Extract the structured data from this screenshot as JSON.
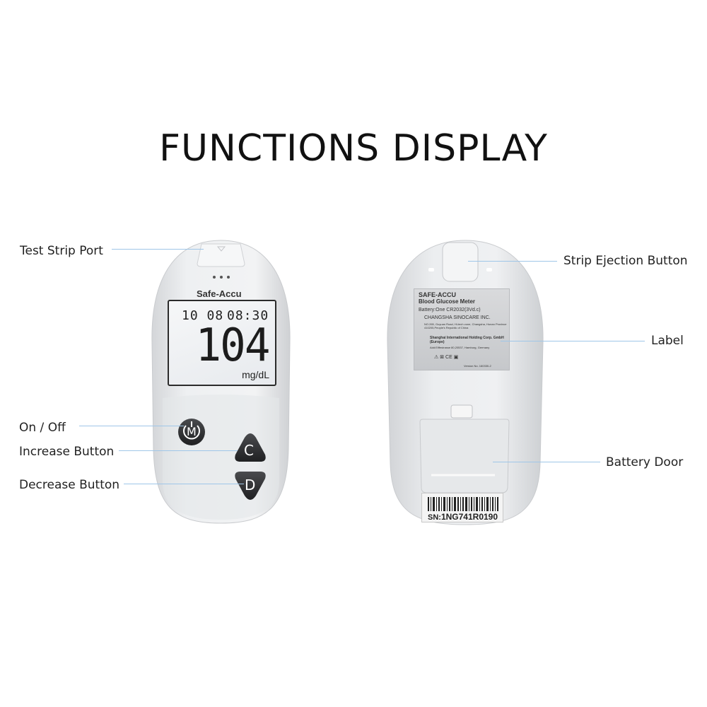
{
  "title": "FUNCTIONS DISPLAY",
  "callouts": {
    "test_strip_port": "Test Strip Port",
    "on_off": "On / Off",
    "increase_button": "Increase Button",
    "decrease_button": "Decrease Button",
    "strip_ejection_button": "Strip Ejection Button",
    "label": "Label",
    "battery_door": "Battery Door"
  },
  "front": {
    "brand": "Safe-Accu",
    "display": {
      "date": "10 08",
      "time": "08:30",
      "reading": "104",
      "unit": "mg/dL"
    },
    "buttons": {
      "m": "M",
      "c": "C",
      "d": "D"
    }
  },
  "back": {
    "label": {
      "line1": "SAFE-ACCU",
      "line2": "Blood Glucose Meter",
      "battery": "Battery:One CR2032(3Vd.c)",
      "manufacturer": "CHANGSHA SINOCARE INC.",
      "address": "NO.265, Guyuan Road, Hi-tech zone, Changsha, Hunan Province 410205,People's Republic of China",
      "eu_rep": "Shanghai International Holding Corp. GmbH (Europe)",
      "eu_address": "Add:Eiffestrasse 80,20537, Hamburg, Germany",
      "version": "Version No. 160330-2"
    },
    "serial_prefix": "SN:",
    "serial_number": "1NG741R0190"
  },
  "colors": {
    "device_body": "#e9eaec",
    "leader_line": "#9fc6e8",
    "button_dark": "#2f2f31"
  }
}
